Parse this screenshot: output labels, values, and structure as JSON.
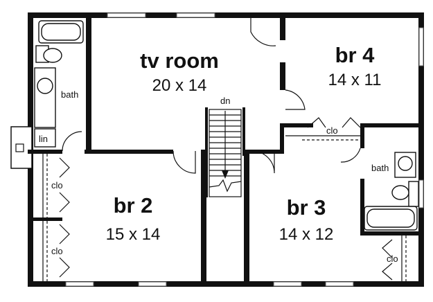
{
  "rooms": {
    "tv_room": {
      "name": "tv room",
      "size": "20 x 14"
    },
    "br4": {
      "name": "br 4",
      "size": "14 x 11"
    },
    "br2": {
      "name": "br 2",
      "size": "15 x 14"
    },
    "br3": {
      "name": "br 3",
      "size": "14 x 12"
    }
  },
  "labels": {
    "bath_left": "bath",
    "bath_right": "bath",
    "linen": "lin",
    "stair_down": "dn",
    "closet_br4": "clo",
    "closet_br2_upper": "clo",
    "closet_br2_lower": "clo",
    "closet_br3": "clo"
  },
  "colors": {
    "wall": "#111111",
    "background": "#ffffff"
  }
}
